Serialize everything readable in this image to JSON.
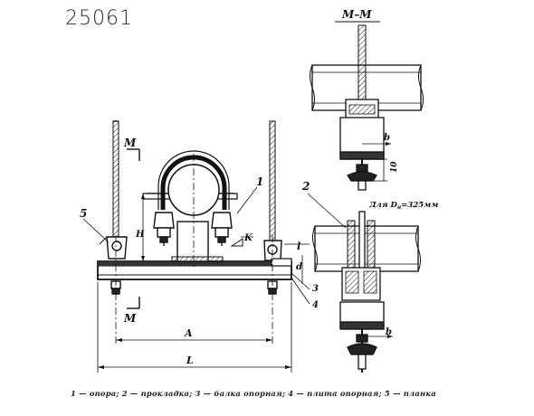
{
  "drawing_number": "25061",
  "section_label": "M–M",
  "section_mark": "M",
  "variant_note": "Для D",
  "variant_note_sub": "н",
  "variant_note_value": "=325мм",
  "dims": {
    "H": "H",
    "A": "A",
    "L": "L",
    "l": "l",
    "d": "d",
    "b": "b",
    "height10": "10",
    "K": "K"
  },
  "callouts": [
    "1",
    "2",
    "3",
    "4",
    "5"
  ],
  "legend": "1 — опора; 2 — прокладка; 3 — балка опорная; 4 — плита опорная; 5 — планка"
}
